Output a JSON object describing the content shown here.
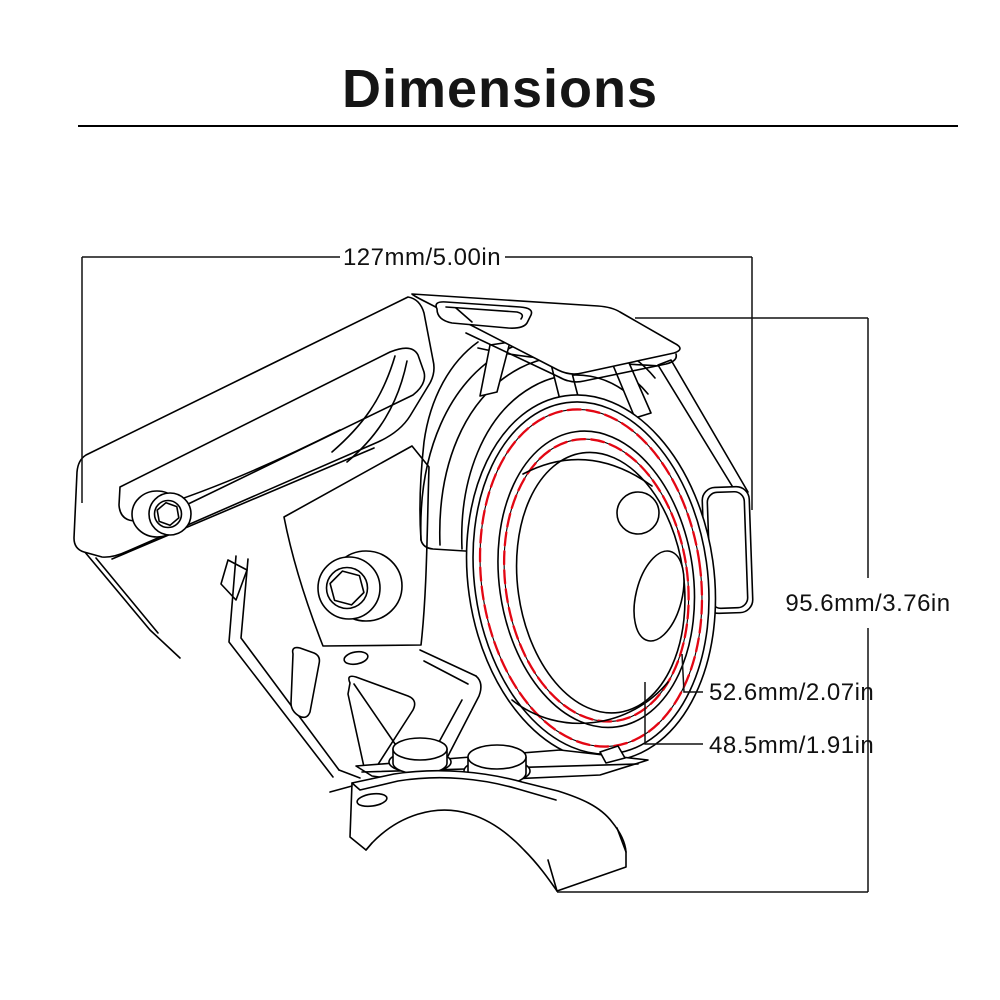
{
  "header": {
    "title": "Dimensions"
  },
  "diagram": {
    "subject": "motorcycle U5 LED spotlight line drawing",
    "line_color": "#000000",
    "accent_red": "#e30613",
    "background": "#ffffff",
    "dimensions": {
      "width": "127mm/5.00in",
      "height": "95.6mm/3.76in",
      "outer_lens_diameter": "52.6mm/2.07in",
      "inner_lens_diameter": "48.5mm/1.91in"
    }
  }
}
